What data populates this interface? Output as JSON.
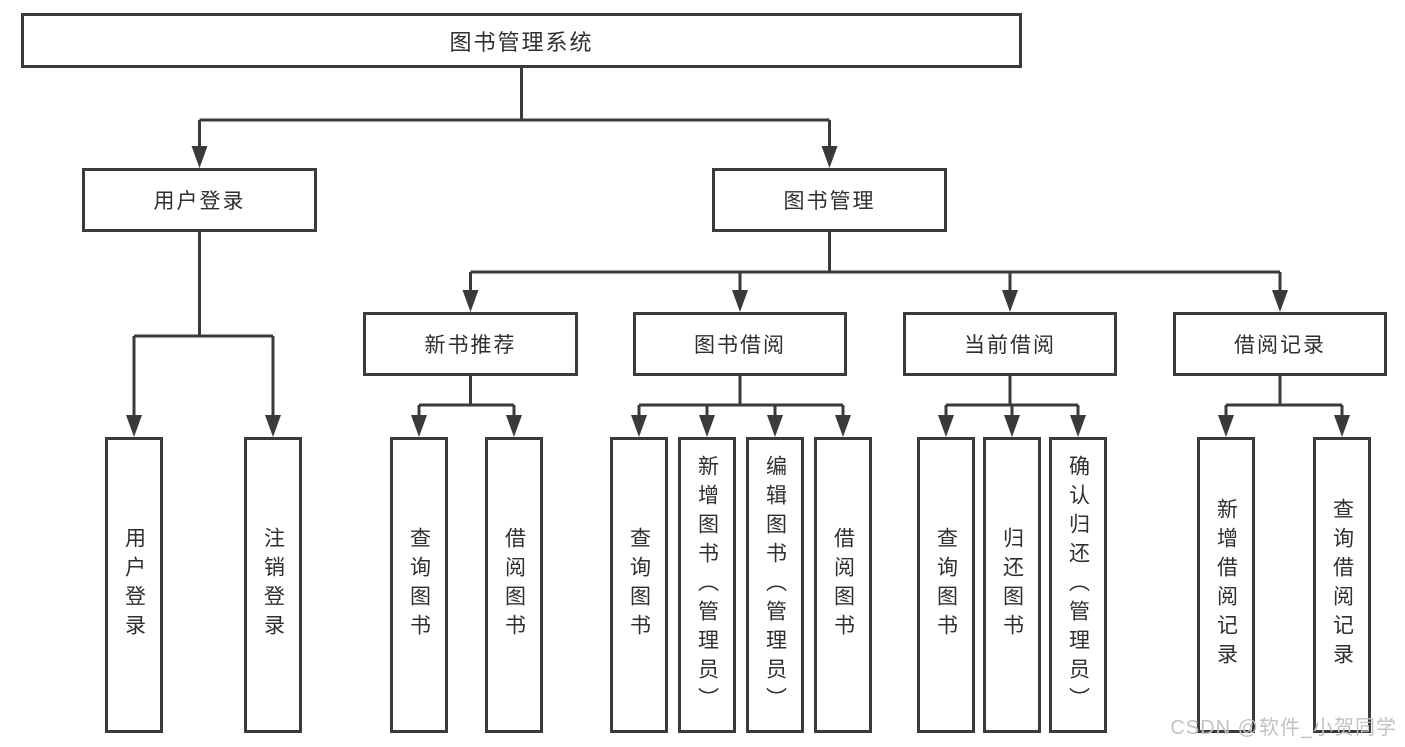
{
  "diagram": {
    "root_label": "图书管理系统",
    "level1": [
      "用户登录",
      "图书管理"
    ],
    "level2": [
      "新书推荐",
      "图书借阅",
      "当前借阅",
      "借阅记录"
    ],
    "leaves": [
      "用户登录",
      "注销登录",
      "查询图书",
      "借阅图书",
      "查询图书",
      "新增图书（管理员）",
      "编辑图书（管理员）",
      "借阅图书",
      "查询图书",
      "归还图书",
      "确认归还（管理员）",
      "新增借阅记录",
      "查询借阅记录"
    ],
    "watermark": "CSDN @软件_小贺同学",
    "colors": {
      "line": "#3a3a3a",
      "text": "#2f2f2f",
      "watermark": "#c2c2c6",
      "background": "#ffffff"
    }
  }
}
